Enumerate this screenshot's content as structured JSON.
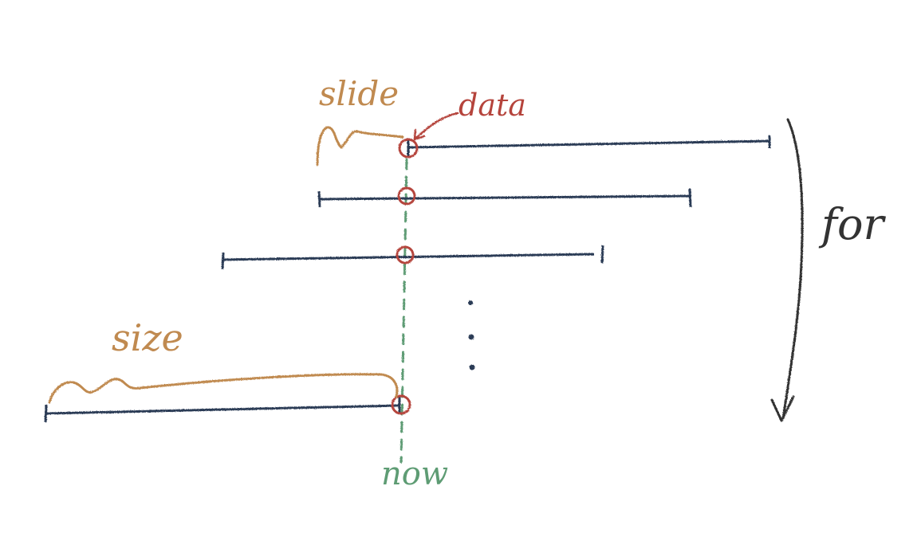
{
  "labels": {
    "slide": "slide",
    "data": "data",
    "size": "size",
    "loop": "for",
    "now": "now"
  },
  "colors": {
    "window": "#2b3a55",
    "marker": "#b5443c",
    "now_line": "#5e9c74",
    "annotation": "#c08a50",
    "loop": "#333333"
  }
}
